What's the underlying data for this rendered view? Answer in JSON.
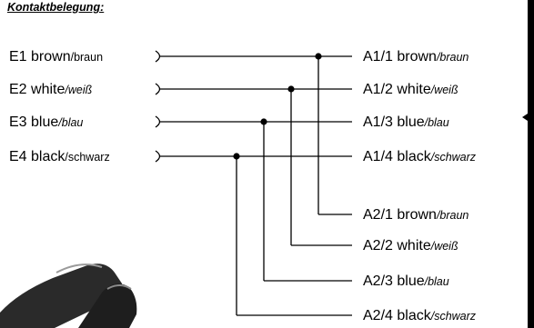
{
  "title": "Kontaktbelegung:",
  "inputs": [
    {
      "id": "E1",
      "en": "E1 brown",
      "de": "/braun"
    },
    {
      "id": "E2",
      "en": "E2 white",
      "de": "/weiß"
    },
    {
      "id": "E3",
      "en": "E3 blue",
      "de": "/blau"
    },
    {
      "id": "E4",
      "en": "E4 black",
      "de": "/schwarz"
    }
  ],
  "outputs": [
    {
      "id": "A1/1",
      "en": "A1/1 brown",
      "de": "/braun"
    },
    {
      "id": "A1/2",
      "en": "A1/2 white",
      "de": "/weiß"
    },
    {
      "id": "A1/3",
      "en": "A1/3 blue",
      "de": "/blau"
    },
    {
      "id": "A1/4",
      "en": "A1/4 black",
      "de": "/schwarz"
    },
    {
      "id": "A2/1",
      "en": "A2/1 brown",
      "de": "/braun"
    },
    {
      "id": "A2/2",
      "en": "A2/2 white",
      "de": "/weiß"
    },
    {
      "id": "A2/3",
      "en": "A2/3 blue",
      "de": "/blau"
    },
    {
      "id": "A2/4",
      "en": "A2/4 black",
      "de": "/schwarz"
    }
  ],
  "colors": {
    "line": "#000000",
    "background": "#ffffff",
    "connector": "#1e1e1e"
  }
}
